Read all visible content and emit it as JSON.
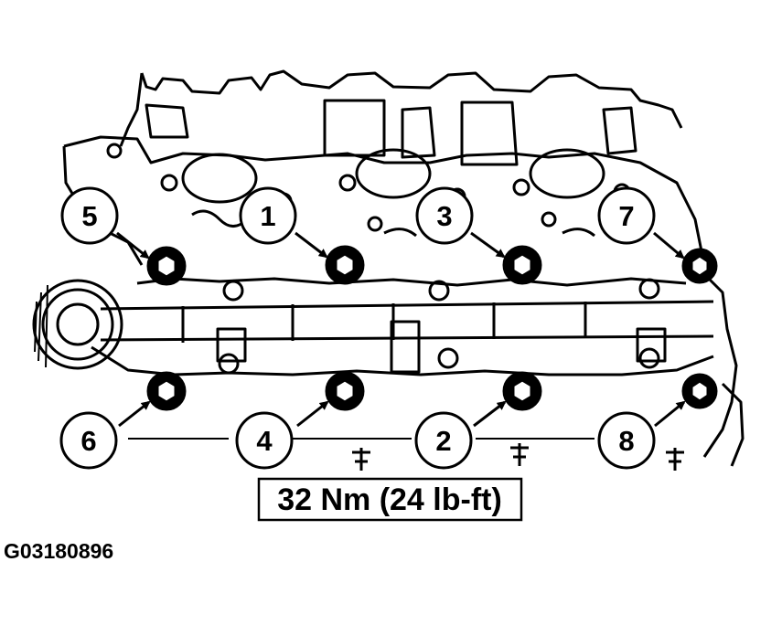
{
  "diagram": {
    "callouts": [
      {
        "id": "5",
        "label": "5"
      },
      {
        "id": "1",
        "label": "1"
      },
      {
        "id": "3",
        "label": "3"
      },
      {
        "id": "7",
        "label": "7"
      },
      {
        "id": "6",
        "label": "6"
      },
      {
        "id": "4",
        "label": "4"
      },
      {
        "id": "2",
        "label": "2"
      },
      {
        "id": "8",
        "label": "8"
      }
    ],
    "torque_spec": "32 Nm (24 lb-ft)",
    "figure_id": "G03180896"
  }
}
